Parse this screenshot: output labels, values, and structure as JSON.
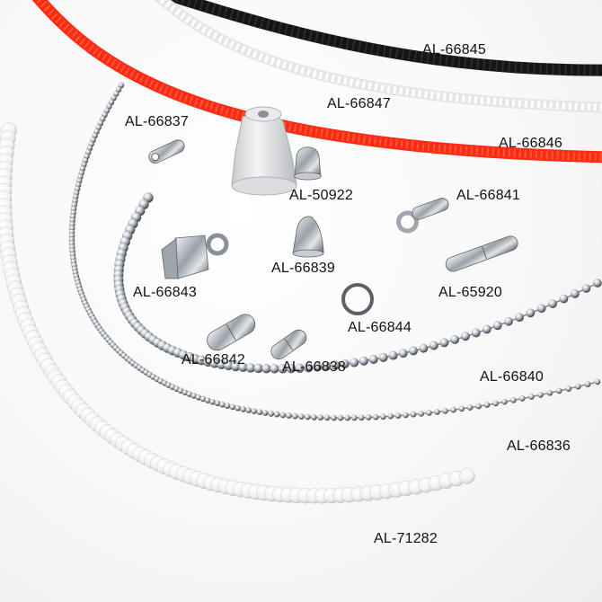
{
  "image": {
    "description_labels": [
      "AL-66845",
      "AL-66847",
      "AL-66837",
      "AL-66846",
      "AL-50922",
      "AL-66841",
      "AL-66839",
      "AL-66843",
      "AL-65920",
      "AL-66844",
      "AL-66842",
      "AL-66838",
      "AL-66840",
      "AL-66836",
      "AL-71282"
    ]
  },
  "colors": {
    "black_cord": "#151515",
    "white_cord": "#f4f4f4",
    "red_cord": "#ff2a12",
    "metal": "#b9bec4",
    "white_chain": "#f2f2f0"
  }
}
